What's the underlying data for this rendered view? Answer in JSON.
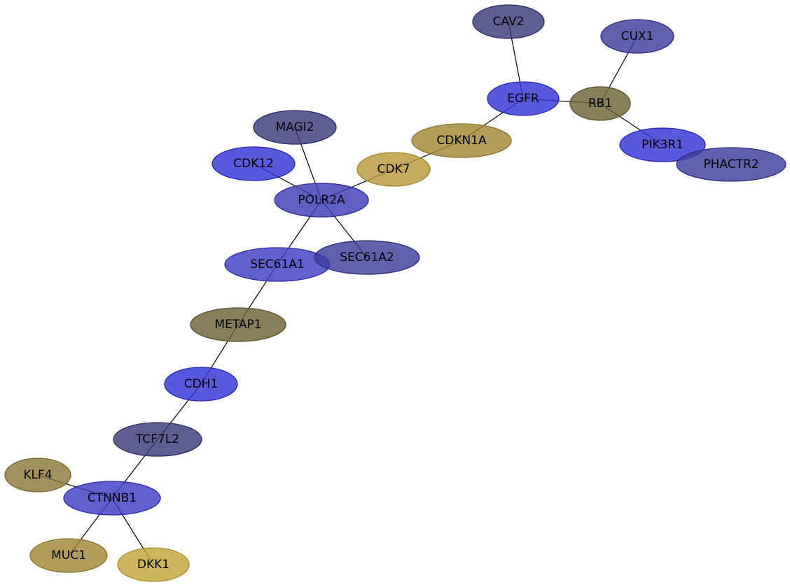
{
  "graph": {
    "nodes": [
      {
        "id": "CAV2",
        "label": "CAV2",
        "fill": "#3b3b7a",
        "stroke": "#2a2a60"
      },
      {
        "id": "CUX1",
        "label": "CUX1",
        "fill": "#3d3d9e",
        "stroke": "#2c2c80"
      },
      {
        "id": "EGFR",
        "label": "EGFR",
        "fill": "#3434d6",
        "stroke": "#2424b4"
      },
      {
        "id": "RB1",
        "label": "RB1",
        "fill": "#6e6234",
        "stroke": "#5a4f28"
      },
      {
        "id": "PIK3R1",
        "label": "PIK3R1",
        "fill": "#3434d6",
        "stroke": "#2424b4"
      },
      {
        "id": "PHACTR2",
        "label": "PHACTR2",
        "fill": "#3d3d9e",
        "stroke": "#2c2c80"
      },
      {
        "id": "CDKN1A",
        "label": "CDKN1A",
        "fill": "#a08636",
        "stroke": "#8a7228"
      },
      {
        "id": "CDK7",
        "label": "CDK7",
        "fill": "#b69a3a",
        "stroke": "#9e8428"
      },
      {
        "id": "MAGI2",
        "label": "MAGI2",
        "fill": "#3b3b7a",
        "stroke": "#2a2a60"
      },
      {
        "id": "CDK12",
        "label": "CDK12",
        "fill": "#3434d6",
        "stroke": "#2424b4"
      },
      {
        "id": "POLR2A",
        "label": "POLR2A",
        "fill": "#3d3db4",
        "stroke": "#2c2c94"
      },
      {
        "id": "SEC61A1",
        "label": "SEC61A1",
        "fill": "#3d3dc4",
        "stroke": "#2c2ca4"
      },
      {
        "id": "SEC61A2",
        "label": "SEC61A2",
        "fill": "#3d3d9e",
        "stroke": "#2c2c80"
      },
      {
        "id": "METAP1",
        "label": "METAP1",
        "fill": "#6e6234",
        "stroke": "#5a4f28"
      },
      {
        "id": "CDH1",
        "label": "CDH1",
        "fill": "#3434d6",
        "stroke": "#2424b4"
      },
      {
        "id": "TCF7L2",
        "label": "TCF7L2",
        "fill": "#3b3b7a",
        "stroke": "#2a2a60"
      },
      {
        "id": "KLF4",
        "label": "KLF4",
        "fill": "#8a7a38",
        "stroke": "#74652a"
      },
      {
        "id": "CTNNB1",
        "label": "CTNNB1",
        "fill": "#3d3dc4",
        "stroke": "#2c2ca4"
      },
      {
        "id": "MUC1",
        "label": "MUC1",
        "fill": "#a08636",
        "stroke": "#8a7228"
      },
      {
        "id": "DKK1",
        "label": "DKK1",
        "fill": "#c4a43a",
        "stroke": "#ac8e2a"
      }
    ],
    "edges": [
      [
        "CAV2",
        "EGFR"
      ],
      [
        "EGFR",
        "RB1"
      ],
      [
        "CUX1",
        "RB1"
      ],
      [
        "RB1",
        "PIK3R1"
      ],
      [
        "EGFR",
        "CDKN1A"
      ],
      [
        "CDKN1A",
        "CDK7"
      ],
      [
        "CDK7",
        "POLR2A"
      ],
      [
        "MAGI2",
        "POLR2A"
      ],
      [
        "CDK12",
        "POLR2A"
      ],
      [
        "POLR2A",
        "SEC61A1"
      ],
      [
        "POLR2A",
        "SEC61A2"
      ],
      [
        "SEC61A1",
        "METAP1"
      ],
      [
        "METAP1",
        "CDH1"
      ],
      [
        "CDH1",
        "TCF7L2"
      ],
      [
        "TCF7L2",
        "CTNNB1"
      ],
      [
        "KLF4",
        "CTNNB1"
      ],
      [
        "CTNNB1",
        "MUC1"
      ],
      [
        "CTNNB1",
        "DKK1"
      ]
    ]
  }
}
